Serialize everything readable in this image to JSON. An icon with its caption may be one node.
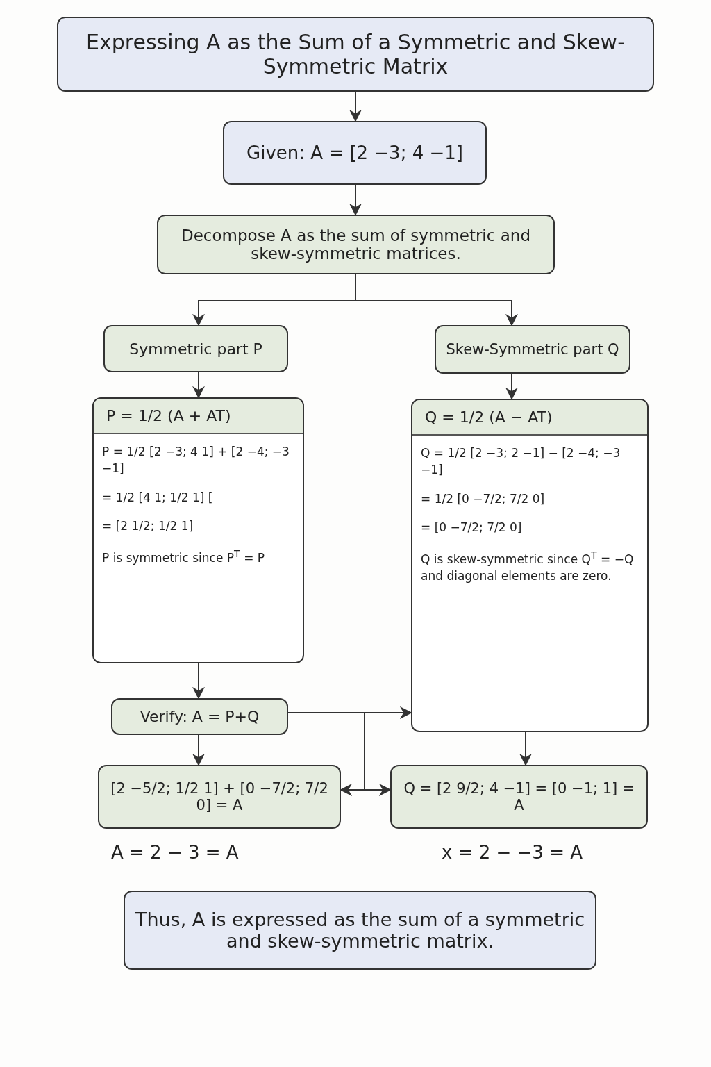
{
  "diagram": {
    "nodes": [
      {
        "text": [
          "Expressing A as the Sum of a Symmetric and Skew-Symmetric Matrix"
        ]
      },
      {
        "text": [
          "Given: A = [2 −3; 4 −1]"
        ]
      },
      {
        "text": [
          "Decompose A as the sum of symmetric and skew-symmetric matrices."
        ]
      },
      {
        "text": [
          "Symmetric part P"
        ]
      },
      {
        "text": [
          "Skew-Symmetric part Q"
        ]
      },
      {
        "text": [
          "P = 1/2 (A + AT)",
          "P = 1/2 [2 −3; 4 1] + [2 −4; −3 −1]",
          "= 1/2 [4 1; 1/2 1] [",
          "= [2 1/2; 1/2 1]",
          "P is symmetric since P$^{T}$ = P"
        ]
      },
      {
        "text": [
          "Q = 1/2 (A − AT)",
          "Q = 1/2 [2 −3; 2 −1] − [2 −4; −3 −1]",
          "= 1/2 [0 −7/2; 7/2 0]",
          "= [0 −7/2; 7/2 0]",
          "Q is skew-symmetric since Q$^{T}$ = −Q and diagonal elements are zero."
        ]
      },
      {
        "text": [
          "Verify: A = P+Q"
        ]
      },
      {
        "text": [
          "[2 −5/2; 1/2 1] + [0 −7/2; 7/2 0] = A"
        ],
        "beside": [
          "A = 2 − 3 = A"
        ]
      },
      {
        "text": [
          "Q = [2 9/2; 4 −1] = [0 −1; 1] = A"
        ],
        "beside": [
          "x = 2 − −3 = A"
        ]
      },
      {
        "text": [
          "Thus, A is expressed as the sum of a symmetric and skew-symmetric matrix."
        ]
      }
    ],
    "edges": [
      {
        "from": 0,
        "to": 1,
        "arrow": "to"
      },
      {
        "from": 1,
        "to": 2,
        "arrow": "to"
      },
      {
        "from": 2,
        "to": 3,
        "arrow": "to"
      },
      {
        "from": 2,
        "to": 4,
        "arrow": "to"
      },
      {
        "from": 3,
        "to": 5,
        "arrow": "to"
      },
      {
        "from": 4,
        "to": 6,
        "arrow": "to"
      },
      {
        "from": 5,
        "to": 7,
        "arrow": "to"
      },
      {
        "from": 7,
        "to": 6,
        "arrow": "to"
      },
      {
        "from": 7,
        "to": 8,
        "arrow": "to"
      },
      {
        "from": 7,
        "to": 8,
        "arrow": "to"
      },
      {
        "from": 7,
        "to": 9,
        "arrow": "to"
      },
      {
        "from": 6,
        "to": 9,
        "arrow": "to"
      }
    ]
  }
}
